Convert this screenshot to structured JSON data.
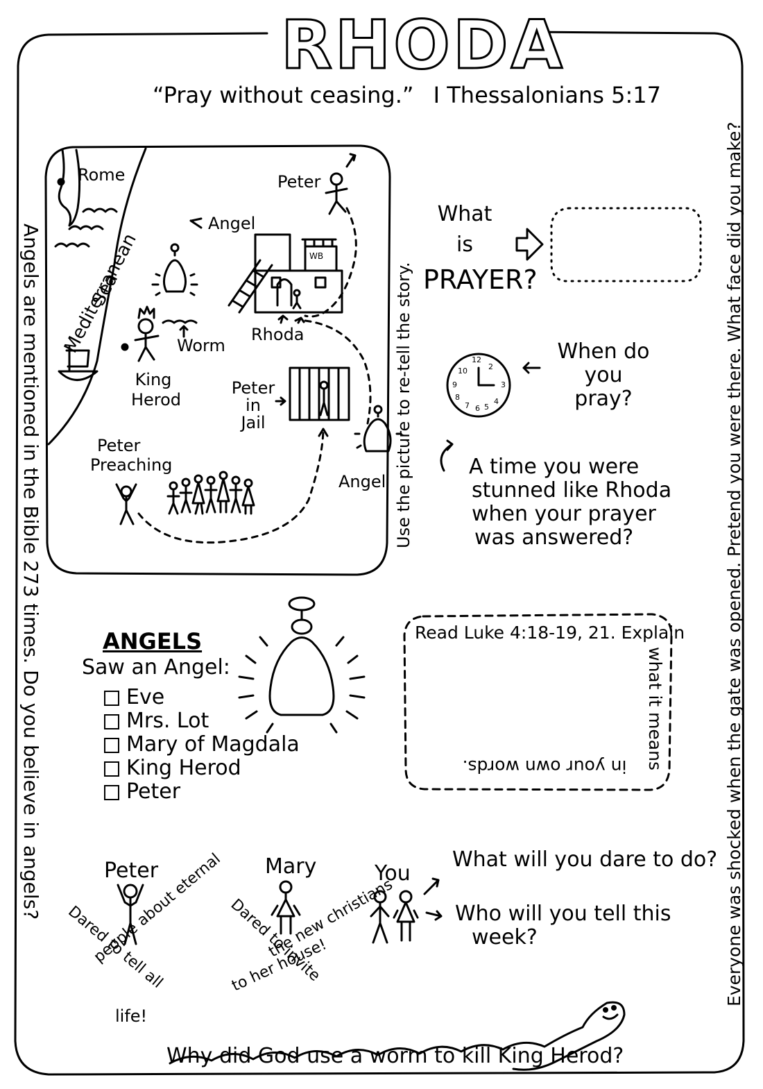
{
  "title": "RHODA",
  "verse": {
    "quote": "“Pray without ceasing.”",
    "reference": "I Thessalonians 5:17"
  },
  "map": {
    "labels": {
      "rome": "Rome",
      "sea_line1": "Mediterranean",
      "sea_line2": "Sea",
      "peter_top": "Peter",
      "angel_top": "Angel",
      "worm": "Worm",
      "rhoda": "Rhoda",
      "king_line1": "King",
      "king_line2": "Herod",
      "jail_line1": "Peter",
      "jail_line2": "in",
      "jail_line3": "Jail",
      "preaching_line1": "Peter",
      "preaching_line2": "Preaching",
      "angel_bottom": "Angel"
    },
    "house_sign": "WB",
    "retell": "Use the picture to re-tell the story."
  },
  "prayer": {
    "line1": "What",
    "line2": "is",
    "line3": "PRAYER?"
  },
  "when_pray": {
    "line1": "When do",
    "line2": "you",
    "line3": "pray?"
  },
  "clock_numbers": [
    "12",
    "2",
    "3",
    "4",
    "5",
    "6",
    "7",
    "8",
    "9",
    "10"
  ],
  "stunned": {
    "line1": "A time you were",
    "line2": "stunned like Rhoda",
    "line3": "when your prayer",
    "line4": "was answered?"
  },
  "left_margin": "Angels are mentioned in the Bible 273 times. Do you believe in angels?",
  "right_margin": "Everyone was shocked when the gate was opened. Pretend you were there. What face did you make?",
  "angels": {
    "heading": "ANGELS",
    "subheading": "Saw an Angel:",
    "items": [
      "Eve",
      "Mrs. Lot",
      "Mary of Magdala",
      "King Herod",
      "Peter"
    ]
  },
  "luke_box": {
    "top": "Read Luke 4:18-19, 21. Explain",
    "right": "what it means",
    "bottom": "in your own words."
  },
  "people": {
    "peter_name": "Peter",
    "peter_caption_1": "Dared to tell all",
    "peter_caption_2": "people about eternal",
    "peter_caption_3": "life!",
    "mary_name": "Mary",
    "mary_caption_1": "Dared to invite",
    "mary_caption_2": "the new christians",
    "mary_caption_3": "to her house!",
    "you_name": "You"
  },
  "questions": {
    "dare": "What will you dare to do?",
    "tell_line1": "Who will you tell this",
    "tell_line2": "week?"
  },
  "worm_question": "Why did God use a worm to kill King Herod?"
}
